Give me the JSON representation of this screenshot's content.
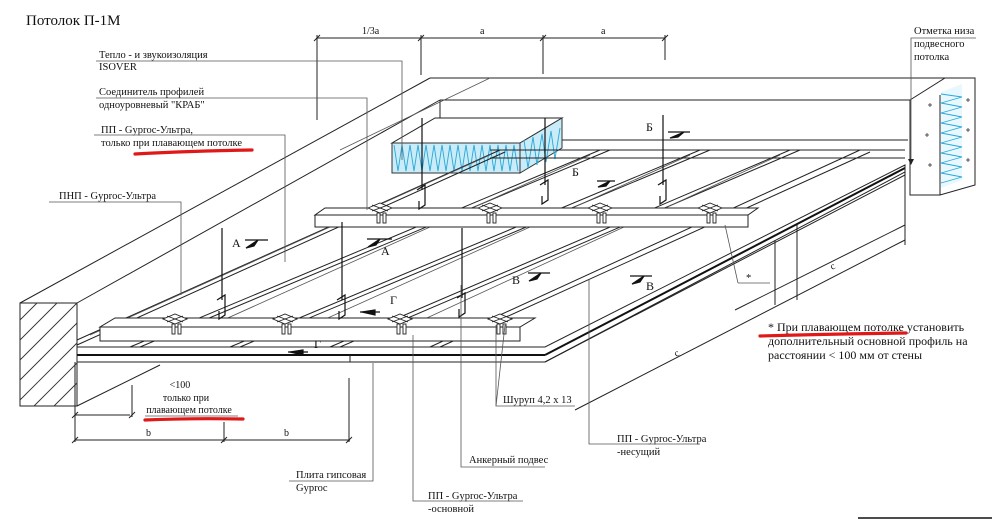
{
  "title": "Потолок П-1М",
  "dimensions": {
    "top": [
      "1/3a",
      "a",
      "a"
    ],
    "bottom": [
      "b",
      "b"
    ],
    "side": [
      "c",
      "c"
    ],
    "min_gap": "<100",
    "min_gap_note_1": "только при",
    "min_gap_note_2": "плавающем потолке"
  },
  "callouts": {
    "insulation_1": "Тепло - и звукоизоляция",
    "insulation_2": "ISOVER",
    "connector_1": "Соединитель профилей",
    "connector_2": "одноуровневый \"КРАБ\"",
    "pp_floating_1": "ПП - Gyproc-Ультра,",
    "pp_floating_2": "только при плавающем потолке",
    "pnp": "ПНП - Gyproc-Ультра",
    "mark_1": "Отметка низа",
    "mark_2": "подвесного",
    "mark_3": "потолка",
    "screw": "Шуруп 4,2 x 13",
    "anchor": "Анкерный подвес",
    "pp_main_1": "ПП - Gyproc-Ультра",
    "pp_main_2": "-основной",
    "pp_bearing_1": "ПП - Gyproc-Ультра",
    "pp_bearing_2": "-несущий",
    "board_1": "Плита гипсовая",
    "board_2": "Gyproc"
  },
  "sections": {
    "A": "А",
    "B": "Б",
    "V": "В",
    "G": "Г"
  },
  "note": {
    "star": "*",
    "line_1": "* При плавающем потолке установить",
    "line_2": "дополнительный основной профиль на",
    "line_3": "расстоянии < 100 мм от стены"
  },
  "colors": {
    "highlight": "#e01818",
    "insulation": "#2aa8d8"
  }
}
